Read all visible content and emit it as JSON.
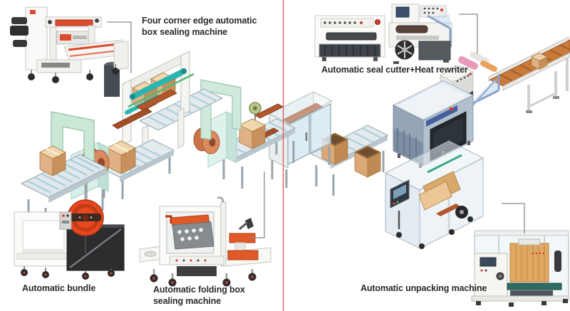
{
  "page": {
    "background": "#ffffff"
  },
  "divider": {
    "color": "#e0605c"
  },
  "labels": {
    "four_corner": "Four corner edge automatic\nbox sealing machine",
    "seal_cutter": "Automatic seal cutter+Heat rewriter",
    "bundle": "Automatic bundle",
    "folding": "Automatic folding box\nsealing machine",
    "unpacking": "Automatic unpacking machine"
  },
  "palette": {
    "label_text": "#2b2b2b",
    "leader_line": "#8a8a8a",
    "machine_red_accent": "#dd4a2e",
    "strap_coil_orange": "#e8481f",
    "coil_salmon": "#d98a5e",
    "mint_arch": "#cfeadb",
    "roller_blue": "#b0cfda",
    "cardboard_tan": "#d9a86c",
    "tunnel_blue_gray": "#b3c0ce",
    "belt_orange": "#c87a3c",
    "glass_blue": "#d6e9f2"
  }
}
